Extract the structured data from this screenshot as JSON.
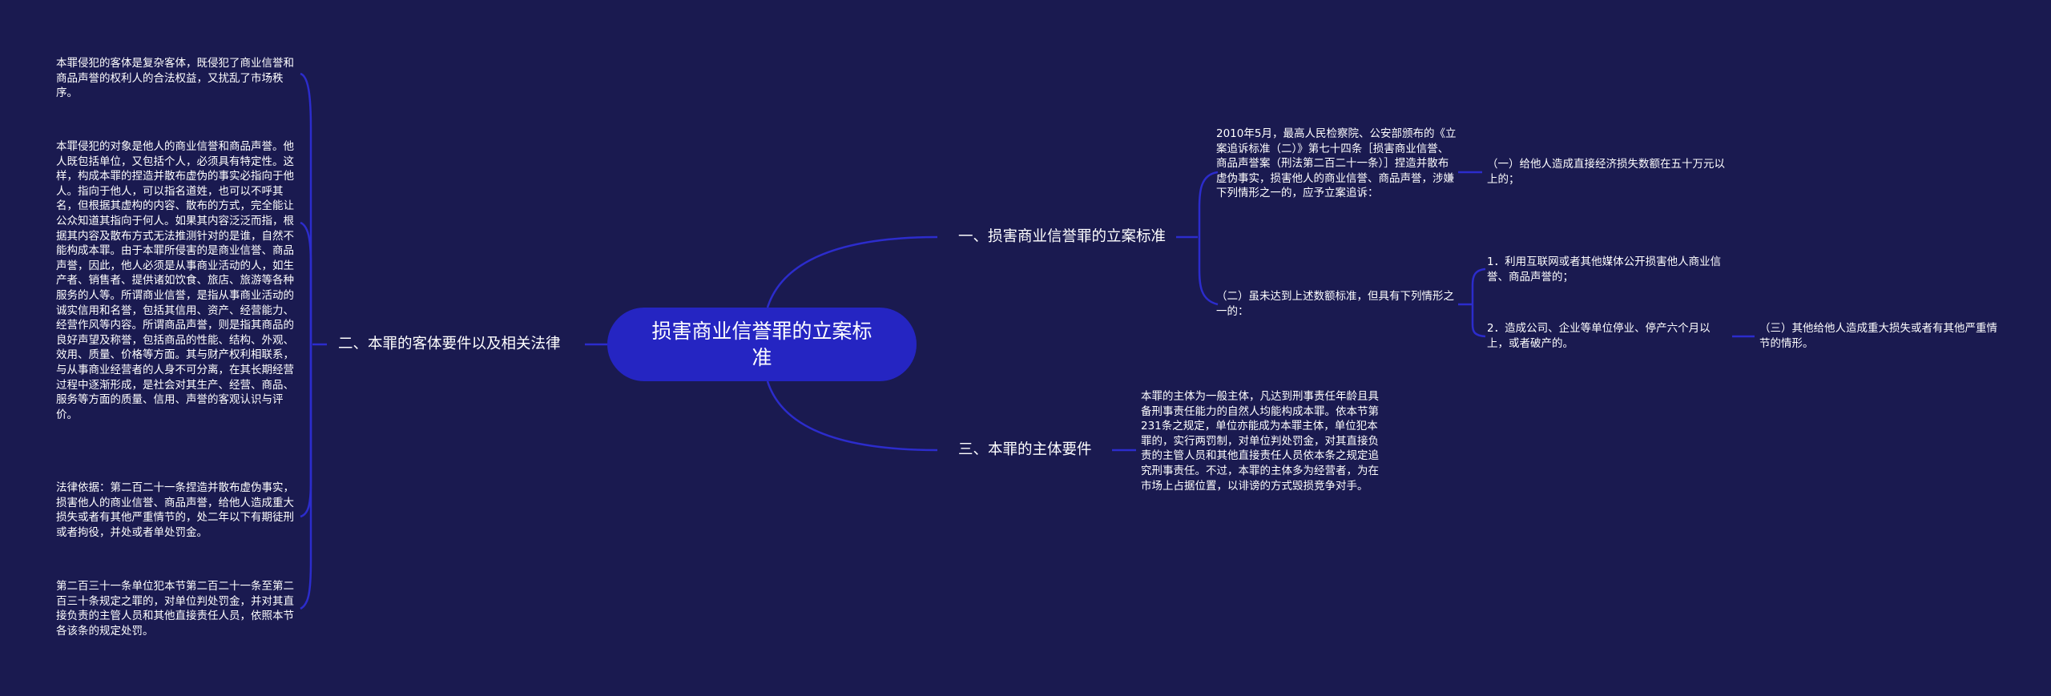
{
  "root": {
    "title": "损害商业信誉罪的立案标准"
  },
  "branches": [
    {
      "label": "一、损害商业信誉罪的立案标准",
      "children": [
        {
          "text": "2010年5月，最高人民检察院、公安部颁布的《立案追诉标准（二）》第七十四条［损害商业信誉、商品声誉案（刑法第二百二十一条）］捏造并散布虚伪事实，损害他人的商业信誉、商品声誉，涉嫌下列情形之一的，应予立案追诉：",
          "children": [
            {
              "text": "（一）给他人造成直接经济损失数额在五十万元以上的；"
            }
          ]
        },
        {
          "text": "（二）虽未达到上述数额标准，但具有下列情形之一的：",
          "children": [
            {
              "text": "1．利用互联网或者其他媒体公开损害他人商业信誉、商品声誉的；"
            },
            {
              "text": "2．造成公司、企业等单位停业、停产六个月以上，或者破产的。",
              "children": [
                {
                  "text": "（三）其他给他人造成重大损失或者有其他严重情节的情形。"
                }
              ]
            }
          ]
        }
      ]
    },
    {
      "label": "二、本罪的客体要件以及相关法律",
      "children": [
        {
          "text": "本罪侵犯的客体是复杂客体，既侵犯了商业信誉和商品声誉的权利人的合法权益，又扰乱了市场秩序。"
        },
        {
          "text": "本罪侵犯的对象是他人的商业信誉和商品声誉。他人既包括单位，又包括个人，必须具有特定性。这样，构成本罪的捏造并散布虚伪的事实必指向于他人。指向于他人，可以指名道姓，也可以不呼其名，但根据其虚构的内容、散布的方式，完全能让公众知道其指向于何人。如果其内容泛泛而指，根据其内容及散布方式无法推测针对的是谁，自然不能构成本罪。由于本罪所侵害的是商业信誉、商品声誉，因此，他人必须是从事商业活动的人，如生产者、销售者、提供诸如饮食、旅店、旅游等各种服务的人等。所谓商业信誉，是指从事商业活动的诚实信用和名誉，包括其信用、资产、经营能力、经营作风等内容。所谓商品声誉，则是指其商品的良好声望及称誉，包括商品的性能、结构、外观、效用、质量、价格等方面。其与财产权利相联系，与从事商业经营者的人身不可分离，在其长期经营过程中逐渐形成，是社会对其生产、经营、商品、服务等方面的质量、信用、声誉的客观认识与评价。"
        },
        {
          "text": "法律依据：第二百二十一条捏造并散布虚伪事实，损害他人的商业信誉、商品声誉，给他人造成重大损失或者有其他严重情节的，处二年以下有期徒刑或者拘役，并处或者单处罚金。"
        },
        {
          "text": "第二百三十一条单位犯本节第二百二十一条至第二百三十条规定之罪的，对单位判处罚金，并对其直接负责的主管人员和其他直接责任人员，依照本节各该条的规定处罚。"
        }
      ]
    },
    {
      "label": "三、本罪的主体要件",
      "children": [
        {
          "text": "本罪的主体为一般主体，凡达到刑事责任年龄且具备刑事责任能力的自然人均能构成本罪。依本节第231条之规定，单位亦能成为本罪主体，单位犯本罪的，实行两罚制，对单位判处罚金，对其直接负责的主管人员和其他直接责任人员依本条之规定追究刑事责任。不过，本罪的主体多为经营者，为在市场上占据位置，以诽谤的方式毁损竞争对手。"
        }
      ]
    }
  ],
  "colors": {
    "background": "#1a1a50",
    "root_fill": "#2525c2",
    "connector": "#2c2ccc",
    "text": "#ffffff"
  }
}
